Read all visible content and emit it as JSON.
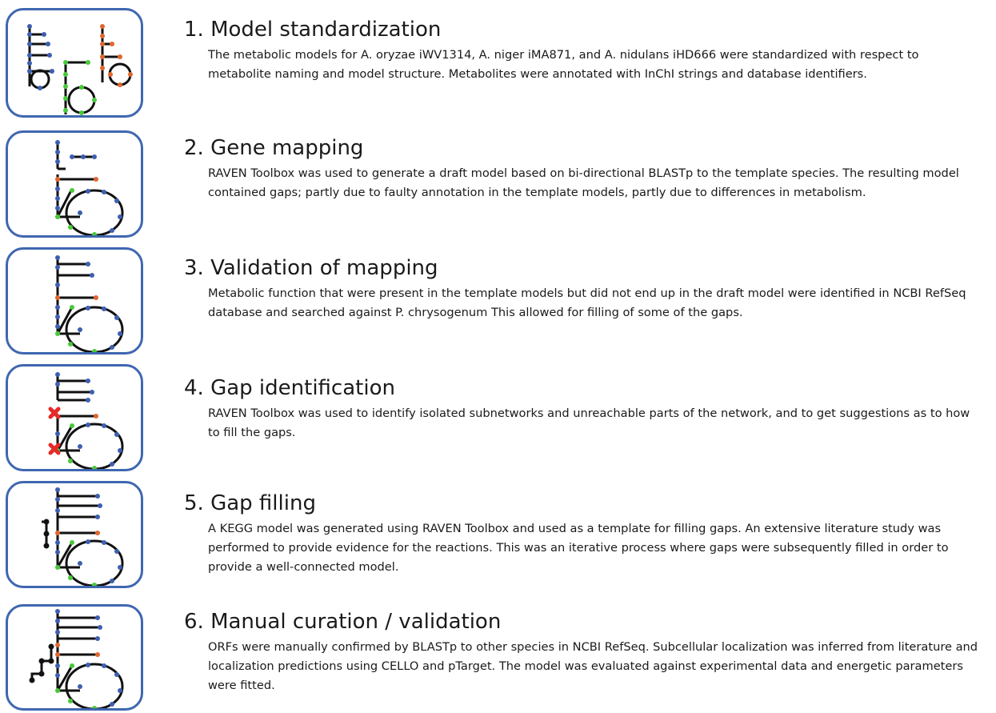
{
  "colors": {
    "panel_border": "#3f67b0",
    "blue_node": "#3d5fb0",
    "orange_node": "#e0662e",
    "green_node": "#48c93a",
    "red_mark": "#e62a2a",
    "line": "#111111"
  },
  "steps": [
    {
      "title": "1. Model standardization",
      "description": "The metabolic models for A. oryzae iWV1314, A. niger iMA871, and A. nidulans iHD666 were standardized with respect to metabolite naming and model structure. Metabolites were annotated with InChI strings and database identifiers."
    },
    {
      "title": "2. Gene mapping",
      "description": "RAVEN Toolbox was used to generate a draft model based on bi-directional BLASTp to the template species. The resulting model contained gaps; partly due to faulty annotation in the template models, partly due to differences in metabolism."
    },
    {
      "title": "3. Validation of mapping",
      "description": "Metabolic function that were present in the template models but did not end up in the draft model were identified in NCBI RefSeq database and searched against P. chrysogenum This allowed for filling of some of the gaps."
    },
    {
      "title": "4. Gap identification",
      "description": "RAVEN Toolbox was used to identify isolated subnetworks and unreachable parts of the network, and to get suggestions as to how to fill the gaps."
    },
    {
      "title": "5. Gap filling",
      "description": "A KEGG model was generated using RAVEN Toolbox and used as a template for filling gaps. An extensive literature study was performed to provide evidence for the reactions. This was an iterative process where gaps were subsequently filled in order to provide a well-connected model."
    },
    {
      "title": "6. Manual curation / validation",
      "description": "ORFs were manually confirmed by BLASTp to other species in NCBI RefSeq. Subcellular localization was inferred from literature and localization predictions using CELLO and pTarget. The model was evaluated against experimental data and energetic parameters were fitted."
    }
  ]
}
